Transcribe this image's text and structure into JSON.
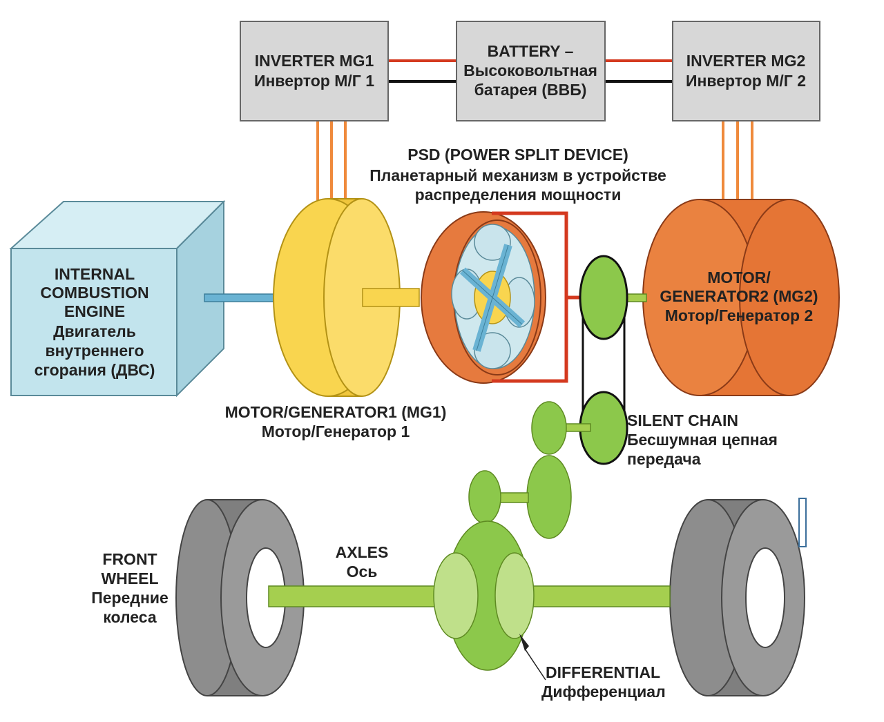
{
  "colors": {
    "box_fill": "#d7d7d7",
    "engine_front": "#c2e4ed",
    "mg1": "#f9d54f",
    "psd": "#e67a3e",
    "mg2": "#ea8240",
    "gear": "#8cc84b",
    "axle": "#a5cf4f",
    "tire": "#8d8d8d",
    "power_red": "#d4391f",
    "line_orange": "#ef8a3c",
    "shaft_blue": "#6ab3d3"
  },
  "boxes": {
    "inverter_mg1": {
      "line1": "INVERTER MG1",
      "line2": "Инвертор М/Г 1"
    },
    "battery": {
      "line1": "BATTERY –",
      "line2": "Высоковольтная",
      "line3": "батарея (ВВБ)"
    },
    "inverter_mg2": {
      "line1": "INVERTER MG2",
      "line2": "Инвертор М/Г 2"
    }
  },
  "psd": {
    "line1": "PSD (POWER SPLIT DEVICE)",
    "line2": "Планетарный механизм в устройстве",
    "line3": "распределения мощности"
  },
  "engine": {
    "line1": "INTERNAL",
    "line2": "COMBUSTION",
    "line3": "ENGINE",
    "line4": "Двигатель",
    "line5": "внутреннего",
    "line6": "сгорания (ДВС)"
  },
  "mg1": {
    "line1": "MOTOR/GENERATOR1 (MG1)",
    "line2": "Мотор/Генератор 1"
  },
  "mg2": {
    "line1": "MOTOR/",
    "line2": "GENERATOR2 (MG2)",
    "line3": "Мотор/Генератор 2"
  },
  "chain": {
    "line1": "SILENT CHAIN",
    "line2": "Бесшумная цепная",
    "line3": "передача"
  },
  "wheel": {
    "line1": "FRONT",
    "line2": "WHEEL",
    "line3": "Передние",
    "line4": "колеса"
  },
  "axles": {
    "line1": "AXLES",
    "line2": "Ось"
  },
  "differential": {
    "line1": "DIFFERENTIAL",
    "line2": "Дифференциал"
  }
}
